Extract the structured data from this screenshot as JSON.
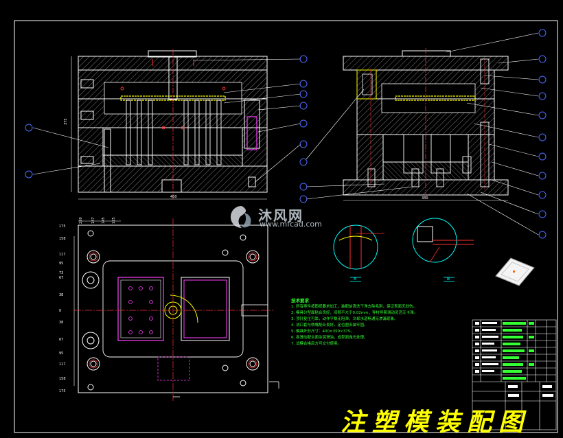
{
  "drawing": {
    "title": "注塑模装配图",
    "watermark": {
      "brand": "沐风网",
      "url": "www.mfcad.com"
    },
    "front_view": {
      "width_dim": "400",
      "height_dim": "375"
    },
    "side_view": {
      "width_dim": "350"
    },
    "plan_view": {
      "left_dims": [
        "175",
        "158",
        "117",
        "95",
        "73",
        "67",
        "38",
        "0",
        "38",
        "67",
        "95",
        "117",
        "158",
        "175"
      ],
      "top_dims": [
        "220",
        "147",
        "145",
        "125"
      ]
    },
    "detail_labels": [
      "A",
      "B"
    ],
    "notes_title": "技术要求",
    "notes_lines": [
      "1. 所有零件按图纸要求加工，装配前清洗干净去除毛刺，保证表面无划伤。",
      "2. 模具分型面贴合良好，间隙不大于0.02mm，导柱导套滑动灵活无卡滞。",
      "3. 顶针复位可靠，动作平稳无阻滞，冷却水道畅通无渗漏现象。",
      "4. 浇口套与喷嘴配合良好，定位圈安装牢固。",
      "5. 模具外形尺寸：400×350×375。",
      "6. 各滑动配合面涂润滑油，成型面抛光处理。",
      "7. 试模合格后方可交付使用。"
    ],
    "colors": {
      "outline": "#ffffff",
      "hatch": "#8c8c8c",
      "red": "#ff3030",
      "yellow": "#ffff00",
      "cyan": "#00ffff",
      "magenta": "#ff40ff",
      "green": "#33ff33",
      "blue": "#4a6cff"
    }
  }
}
